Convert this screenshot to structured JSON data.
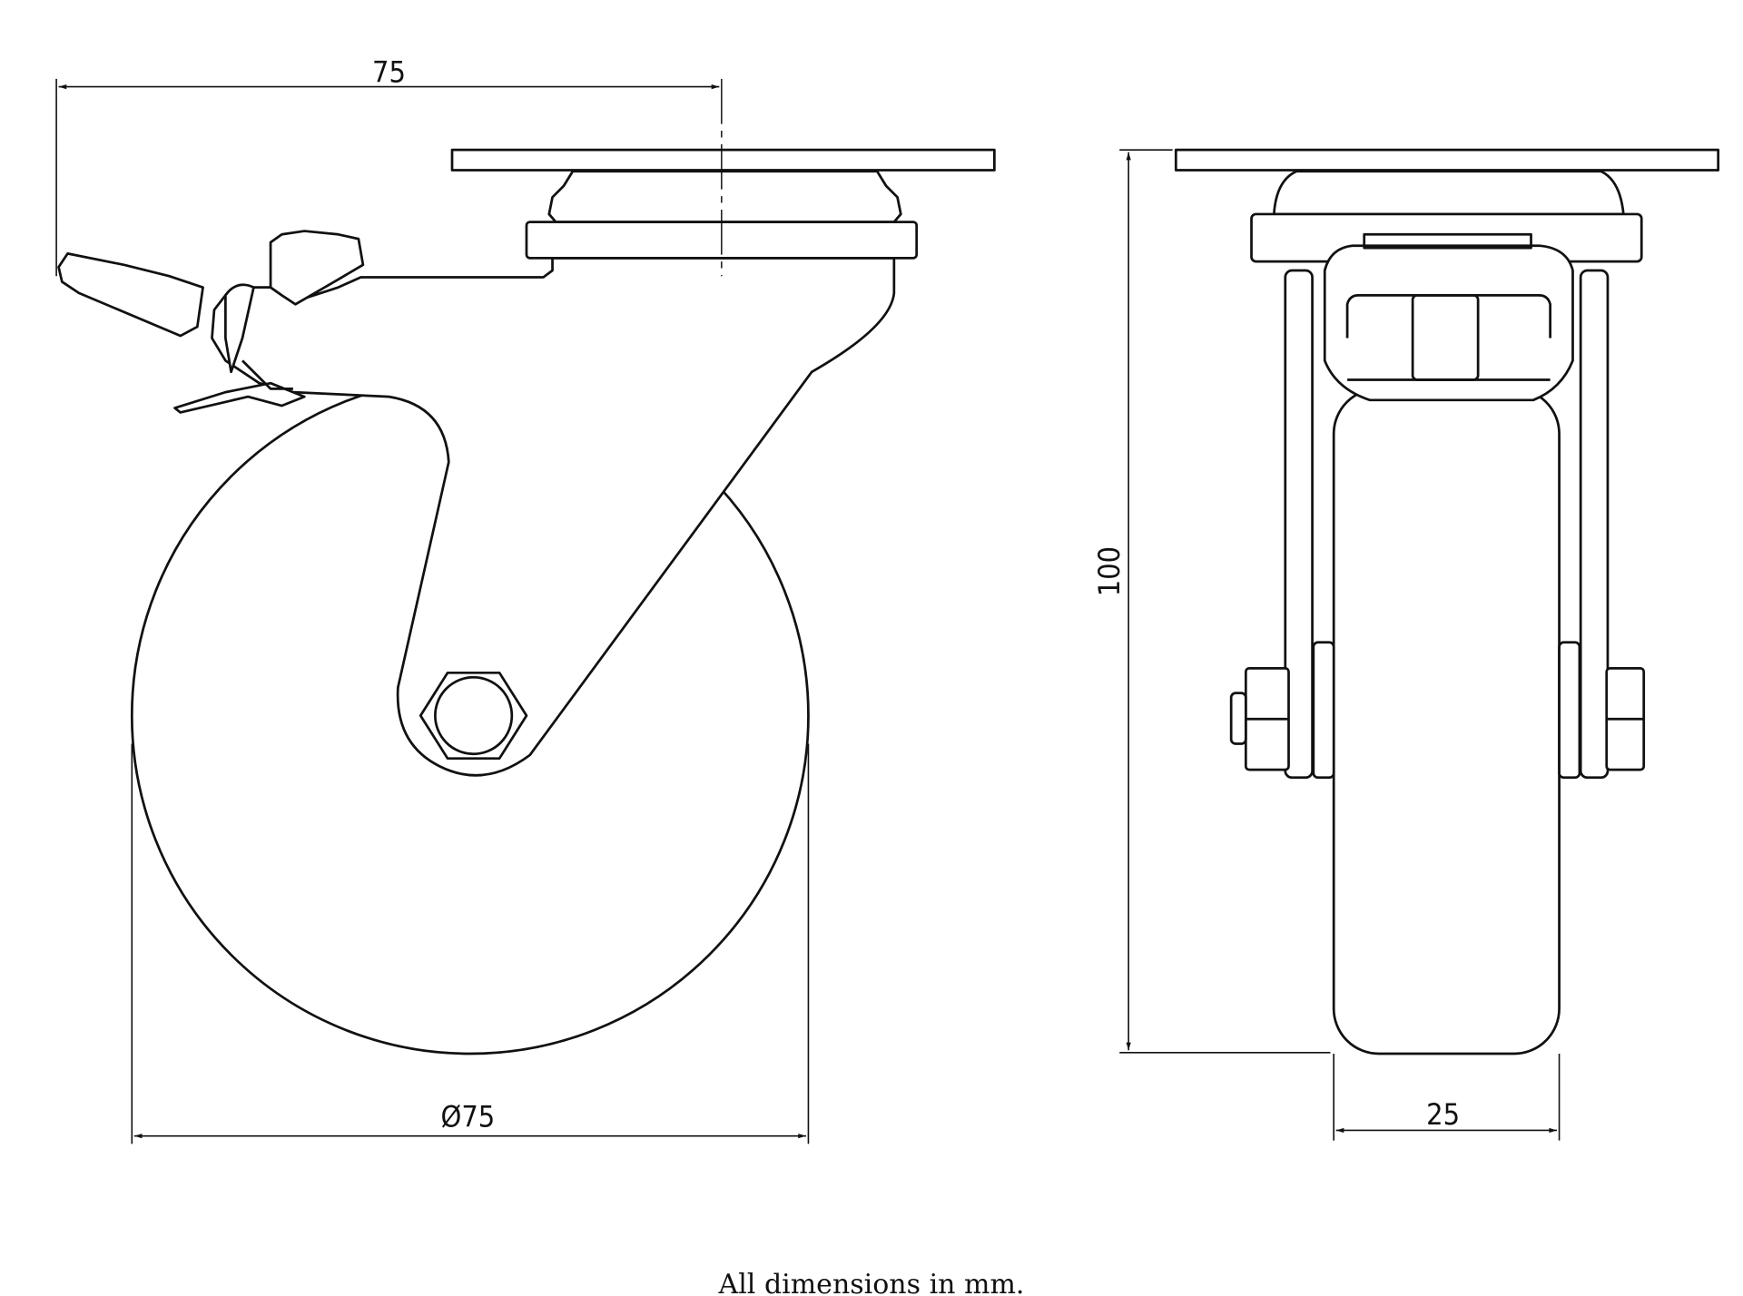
{
  "dimensions": {
    "plate_offset": "75",
    "wheel_diameter": "Ø75",
    "overall_height": "100",
    "wheel_width": "25"
  },
  "caption": "All dimensions in mm.",
  "line_color": "#111111"
}
